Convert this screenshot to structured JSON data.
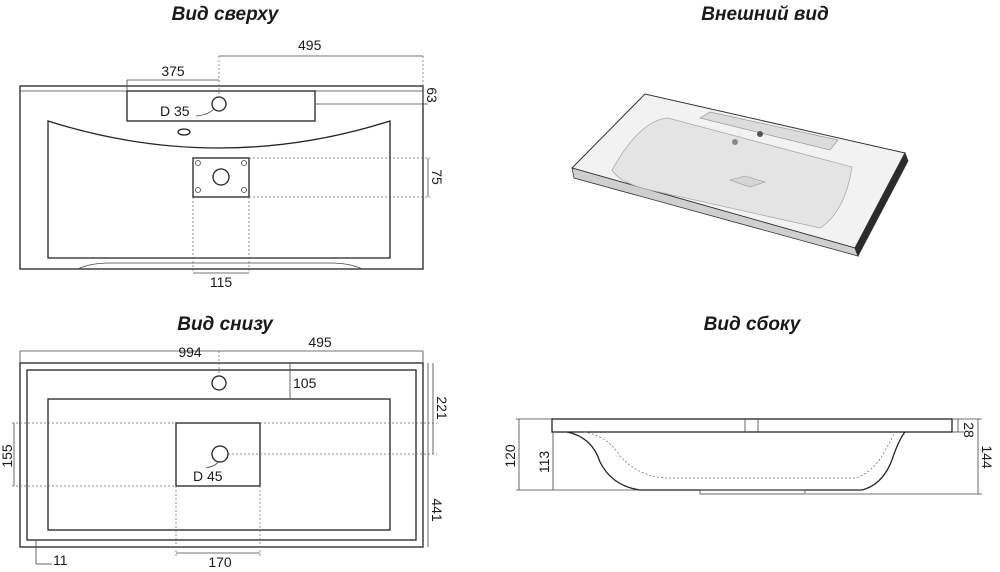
{
  "views": {
    "top": {
      "title": "Вид сверху"
    },
    "external": {
      "title": "Внешний вид"
    },
    "bottom": {
      "title": "Вид снизу"
    },
    "side": {
      "title": "Вид сбоку"
    }
  },
  "top_dims": {
    "d495": "495",
    "d375": "375",
    "d35": "D 35",
    "d63": "63",
    "d75": "75",
    "d115": "115"
  },
  "bottom_dims": {
    "d994": "994",
    "d495": "495",
    "d105": "105",
    "d221": "221",
    "d155": "155",
    "d45": "D 45",
    "d441": "441",
    "d11": "11",
    "d170": "170"
  },
  "side_dims": {
    "d28": "28",
    "d120": "120",
    "d113": "113",
    "d144": "144"
  },
  "colors": {
    "line": "#222222",
    "ceramic": "#eeeeee"
  }
}
